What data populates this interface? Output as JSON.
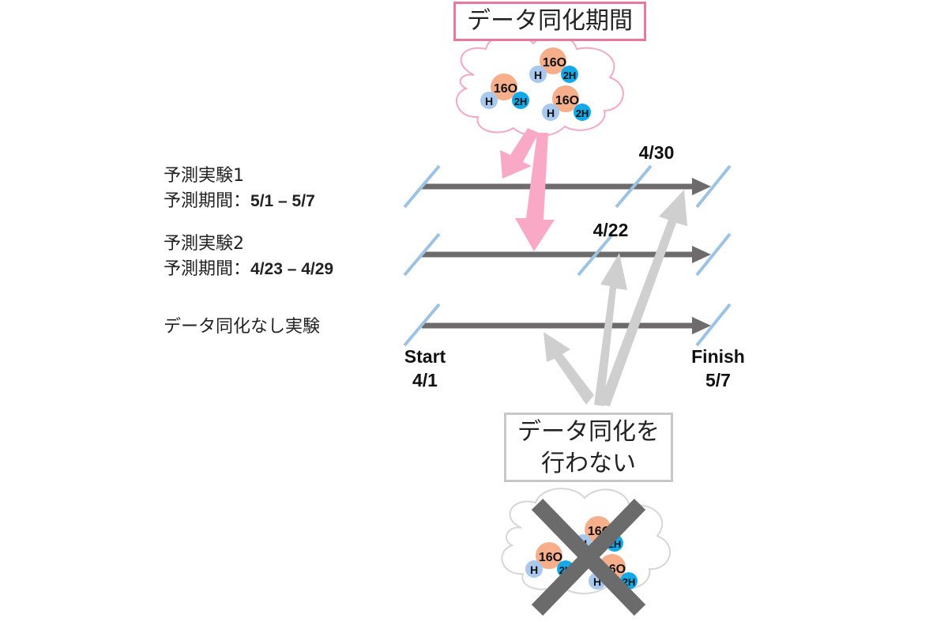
{
  "experiments": [
    {
      "name": "予測実験1",
      "period_label": "予測期間：",
      "period_range": "5/1 – 5/7",
      "start_mark": "4/30"
    },
    {
      "name": "予測実験2",
      "period_label": "予測期間：",
      "period_range": "4/23 – 4/29",
      "start_mark": "4/22"
    },
    {
      "name": "データ同化なし実験"
    }
  ],
  "timeline": {
    "start_label": "Start",
    "start_date": "4/1",
    "finish_label": "Finish",
    "finish_date": "5/7"
  },
  "assimilation_box": {
    "text": "データ同化期間",
    "color": "#e8789e"
  },
  "no_assimilation_box": {
    "line1": "データ同化を",
    "line2": "行わない",
    "color": "#c8c8c8"
  },
  "molecule": {
    "oxygen": "16O",
    "hydrogen": "H",
    "deuterium": "2H"
  },
  "colors": {
    "timeline_arrow": "#6d6b6b",
    "tick_mark": "#9cc3e4",
    "pink_arrow": "#f9a8c6",
    "gray_arrow": "#cfcfcf",
    "oxygen": "#f6ae8b",
    "hydrogen": "#a8c8ee",
    "deuterium": "#13a9e8",
    "cross": "#6b6b6b"
  }
}
